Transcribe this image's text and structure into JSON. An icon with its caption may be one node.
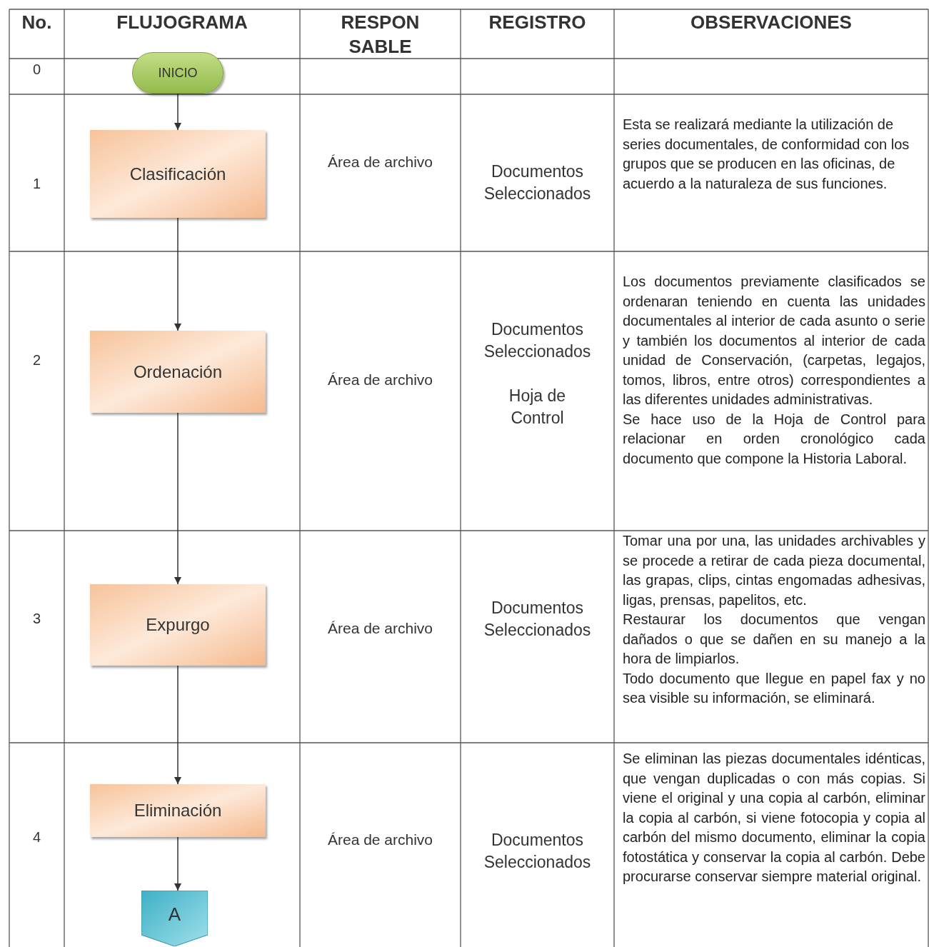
{
  "diagram": {
    "nodes": [
      {
        "text": [
          "INICIO"
        ]
      },
      {
        "text": [
          "Clasificación"
        ]
      },
      {
        "text": [
          "Ordenación"
        ]
      },
      {
        "text": [
          "Expurgo"
        ]
      },
      {
        "text": [
          "Eliminación"
        ]
      },
      {
        "text": [
          "A"
        ]
      }
    ],
    "edges": [
      {
        "from": 0,
        "to": 1,
        "arrow": "to"
      },
      {
        "from": 1,
        "to": 2,
        "arrow": "to"
      },
      {
        "from": 2,
        "to": 3,
        "arrow": "to"
      },
      {
        "from": 3,
        "to": 4,
        "arrow": "to"
      },
      {
        "from": 4,
        "to": 5,
        "arrow": "to"
      }
    ],
    "labels": [
      "No.",
      "FLUJOGRAMA",
      "RESPON SABLE",
      "REGISTRO",
      "OBSERVACIONES",
      "0",
      "1",
      "Área de archivo",
      "Documentos Seleccionados",
      "Esta se realizará mediante la utilización de series documentales, de conformidad con los grupos que se producen en las oficinas, de acuerdo a la naturaleza de sus funciones.",
      "2",
      "Área de archivo",
      "Documentos Seleccionados",
      "Hoja de Control",
      "Los documentos previamente clasificados se ordenaran teniendo en cuenta las unidades documentales al interior de cada asunto o serie y también los documentos al interior de cada unidad de Conservación, (carpetas, legajos, tomos, libros, entre otros) correspondientes a las diferentes unidades administrativas.",
      "Se hace uso de la Hoja de Control para relacionar en orden cronológico cada documento que compone la Historia Laboral.",
      "3",
      "Área de archivo",
      "Documentos Seleccionados",
      "Tomar una por una, las unidades archivables y se procede a retirar de cada pieza documental, las grapas, clips, cintas engomadas adhesivas, ligas, prensas, papelitos, etc.",
      "Restaurar los documentos que vengan dañados o que se dañen en su manejo a la hora de limpiarlos.",
      "Todo documento que llegue en papel fax y no sea visible su información, se eliminará.",
      "4",
      "Área de archivo",
      "Documentos Seleccionados",
      "Se eliminan las piezas documentales idénticas, que vengan duplicadas o con más copias. Si viene el original y una copia al carbón, eliminar la copia al carbón, si viene fotocopia y copia al carbón del mismo documento, eliminar la copia fotostática y conservar la copia al carbón. Debe procurarse conservar siempre material original."
    ]
  }
}
